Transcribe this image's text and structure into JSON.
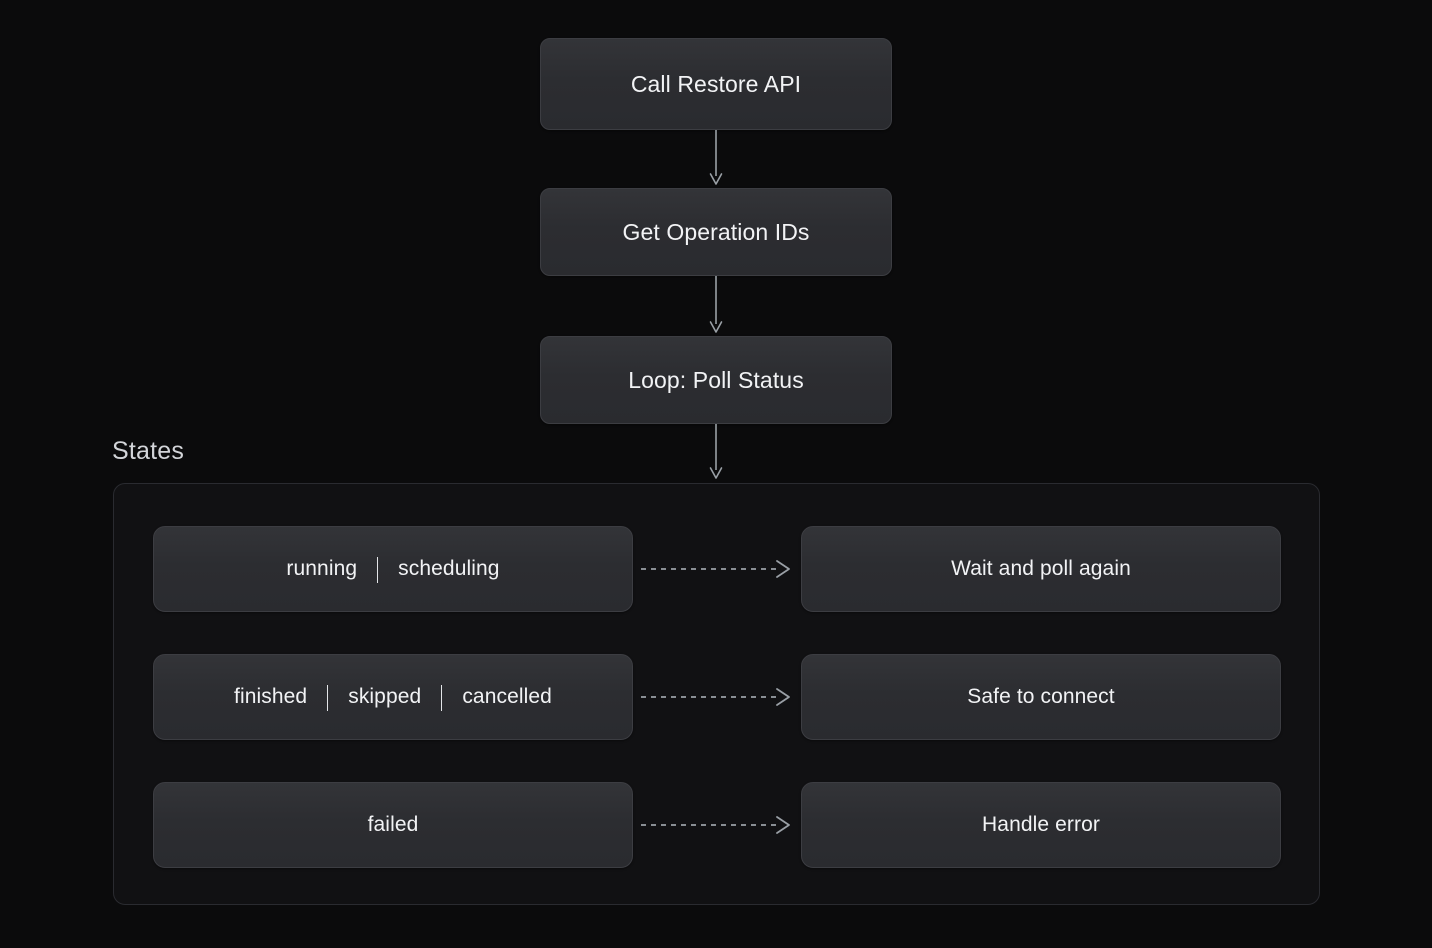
{
  "diagram": {
    "flow_nodes": [
      {
        "id": "call-restore",
        "label": "Call Restore API"
      },
      {
        "id": "get-ops",
        "label": "Get Operation IDs"
      },
      {
        "id": "loop-poll",
        "label": "Loop: Poll Status"
      }
    ],
    "group": {
      "title": "States",
      "rows": [
        {
          "state_tokens": [
            "running",
            "scheduling"
          ],
          "separator": "|",
          "action": "Wait and poll again",
          "edge": "dashed-arrow"
        },
        {
          "state_tokens": [
            "finished",
            "skipped",
            "cancelled"
          ],
          "separator": "|",
          "action": "Safe to connect",
          "edge": "dashed-arrow"
        },
        {
          "state_tokens": [
            "failed"
          ],
          "separator": "|",
          "action": "Handle error",
          "edge": "dashed-arrow"
        }
      ]
    },
    "connectors": [
      {
        "from": "call-restore",
        "to": "get-ops",
        "style": "solid-arrow-down"
      },
      {
        "from": "get-ops",
        "to": "loop-poll",
        "style": "solid-arrow-down"
      },
      {
        "from": "loop-poll",
        "to": "States",
        "style": "solid-arrow-down"
      }
    ],
    "colors": {
      "page_background": "#0b0b0c",
      "node_fill": "#2c2d31",
      "node_border": "#3c3d42",
      "group_fill": "#111113",
      "group_border": "#2a2b30",
      "text": "#f2f3f5",
      "muted_text": "#d3d5d9",
      "connector": "#9aa0a6"
    }
  }
}
